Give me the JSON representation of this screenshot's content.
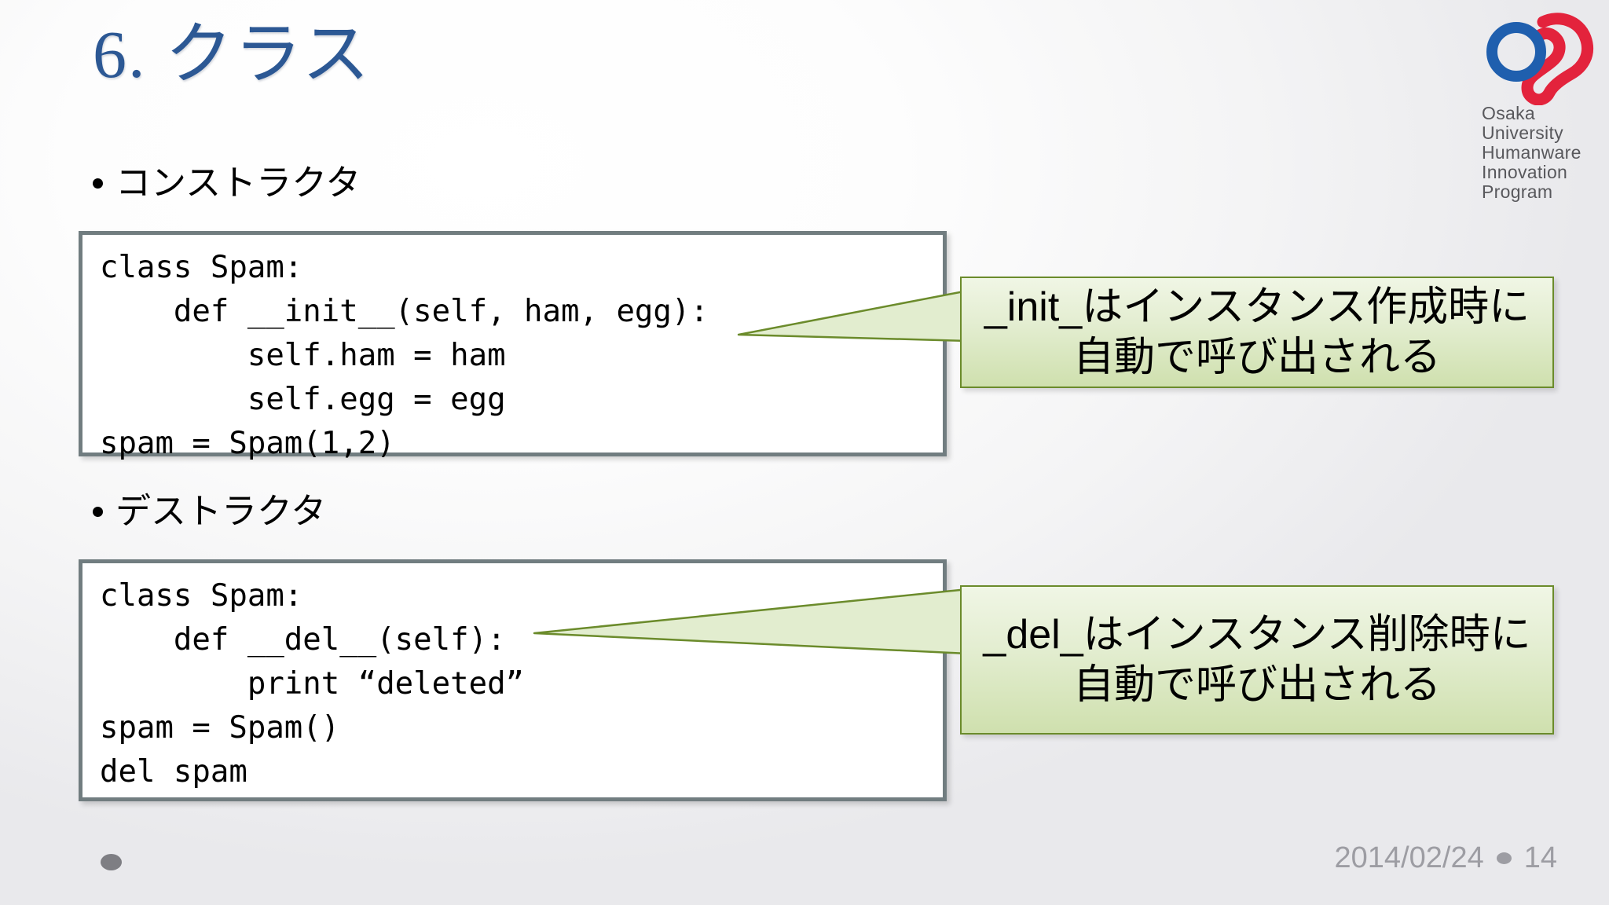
{
  "slide": {
    "title": "6. クラス",
    "title_color": "#2c5894",
    "background_color": "#f7f7f8"
  },
  "logo": {
    "mark_name": "osaka-university-humanware-logo",
    "blue_color": "#1f5fae",
    "red_color": "#e3233c",
    "lines": [
      "Osaka",
      "University",
      "Humanware",
      "Innovation",
      "Program"
    ]
  },
  "bullets": [
    {
      "label": "コンストラクタ"
    },
    {
      "label": "デストラクタ"
    }
  ],
  "code_blocks": [
    {
      "name": "constructor-code",
      "border_color": "#717d80",
      "lines": [
        "class Spam:",
        "    def __init__(self, ham, egg):",
        "        self.ham = ham",
        "        self.egg = egg",
        "spam = Spam(1,2)"
      ],
      "text": "class Spam:\n    def __init__(self, ham, egg):\n        self.ham = ham\n        self.egg = egg\nspam = Spam(1,2)"
    },
    {
      "name": "destructor-code",
      "border_color": "#717d80",
      "lines": [
        "class Spam:",
        "    def __del__(self):",
        "        print “deleted”",
        "spam = Spam()",
        "del spam"
      ],
      "text": "class Spam:\n    def __del__(self):\n        print “deleted”\nspam = Spam()\ndel spam"
    }
  ],
  "callouts": [
    {
      "name": "init-callout",
      "text": "_init_はインスタンス作成時に\n自動で呼び出される",
      "border_color": "#6b8b2b",
      "fill_top": "#f0f6e5",
      "fill_bottom": "#cfe0ae"
    },
    {
      "name": "del-callout",
      "text": "_del_はインスタンス削除時に\n自動で呼び出される",
      "border_color": "#6b8b2b",
      "fill_top": "#f0f6e5",
      "fill_bottom": "#cfe0ae"
    }
  ],
  "footer": {
    "date": "2014/02/24",
    "page_number": "14",
    "color": "#9d9da3"
  }
}
